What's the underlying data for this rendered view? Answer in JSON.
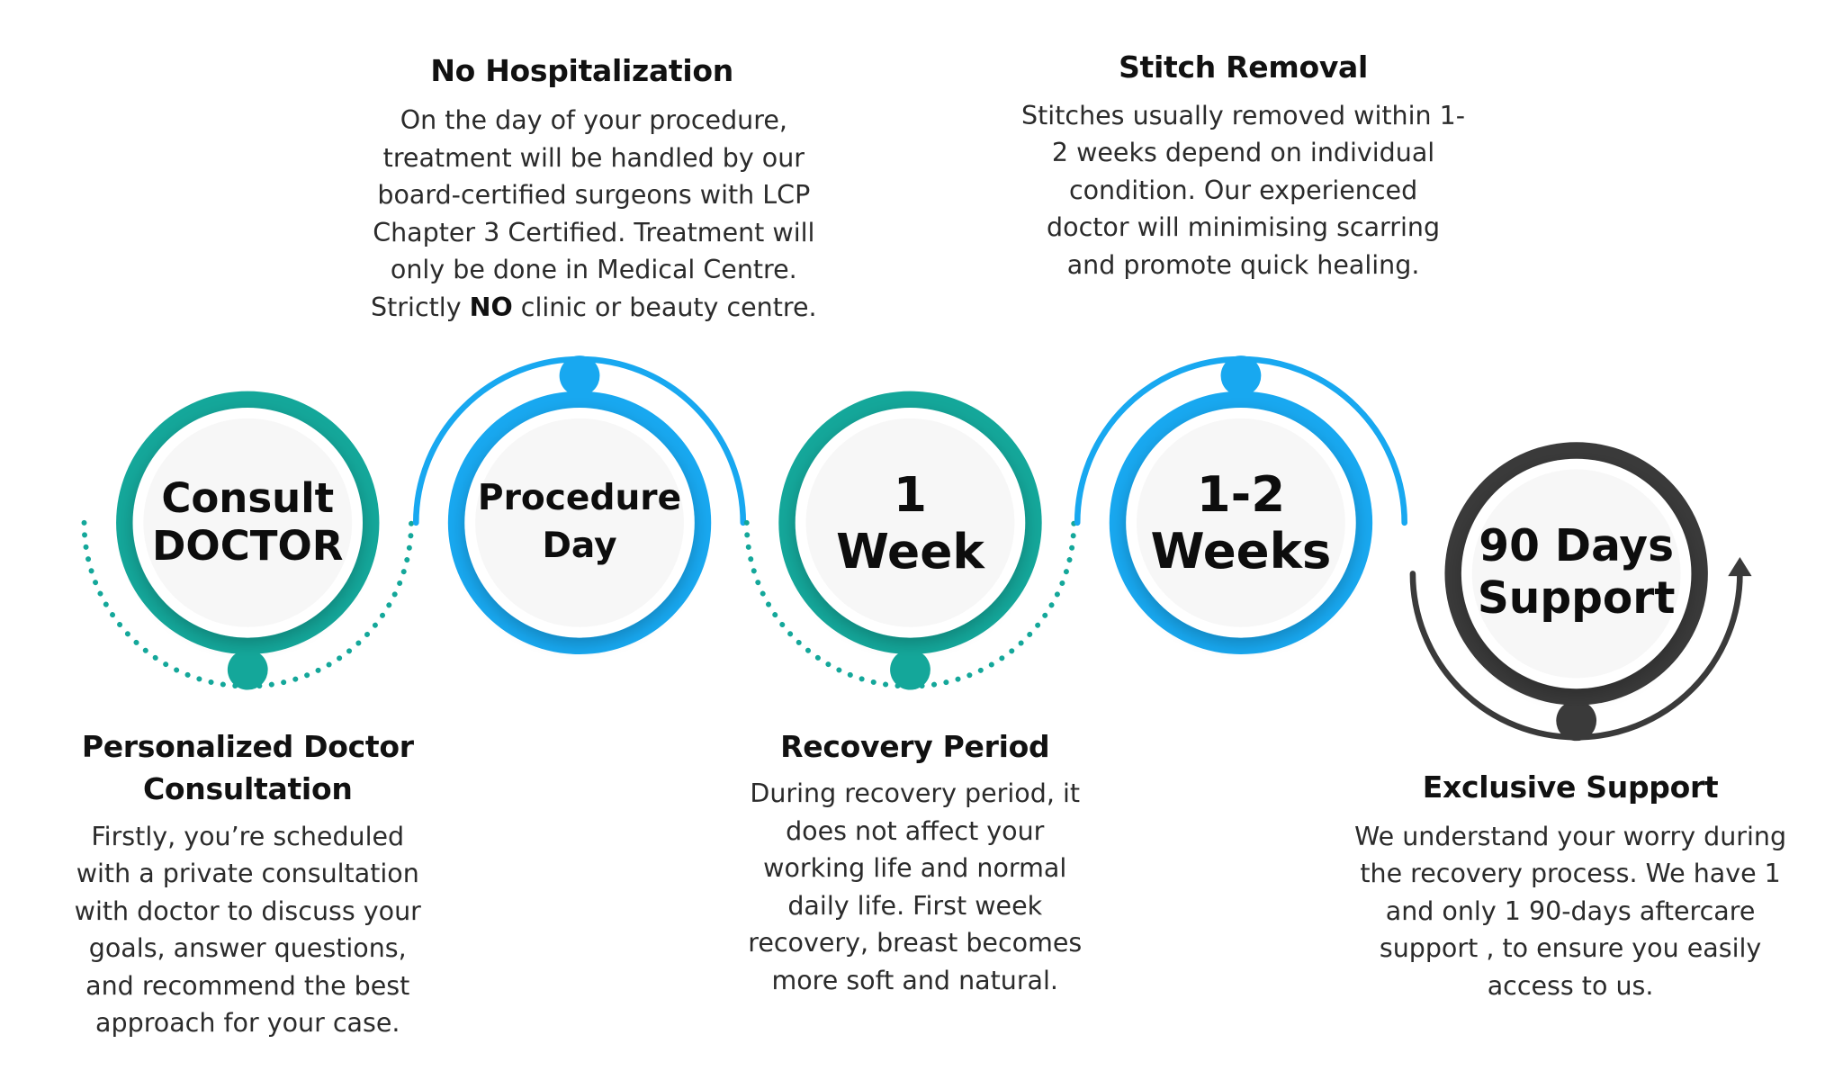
{
  "colors": {
    "teal": "#14a79a",
    "blue": "#18a8f0",
    "dark": "#3a3a3a",
    "inner_fill": "#f7f7f7"
  },
  "steps": [
    {
      "id": "consult",
      "circle_lines": [
        "Consult",
        "DOCTOR"
      ],
      "color": "#14a79a",
      "heading_lines": [
        "Personalized Doctor",
        "Consultation"
      ],
      "description_lines": [
        "Firstly, you’re scheduled",
        "with a private consultation",
        "with doctor to discuss your",
        "goals, answer questions,",
        "and recommend the best",
        "approach for your case."
      ]
    },
    {
      "id": "procedure",
      "circle_lines": [
        "Procedure",
        "Day"
      ],
      "color": "#18a8f0",
      "heading_lines": [
        "No Hospitalization"
      ],
      "description_lines": [
        "On the day of your procedure,",
        "treatment will be handled by our",
        "board-certified surgeons with LCP",
        "Chapter 3 Certified. Treatment will",
        "only be done in Medical Centre."
      ],
      "description_last": {
        "before": "Strictly ",
        "bold": "NO",
        "after": " clinic or beauty centre."
      }
    },
    {
      "id": "week1",
      "circle_lines": [
        "1",
        "Week"
      ],
      "color": "#14a79a",
      "heading_lines": [
        "Recovery Period"
      ],
      "description_lines": [
        "During recovery period, it",
        "does not affect your",
        "working life and normal",
        "daily life. First week",
        "recovery, breast becomes",
        "more soft and natural."
      ]
    },
    {
      "id": "weeks12",
      "circle_lines": [
        "1-2",
        "Weeks"
      ],
      "color": "#18a8f0",
      "heading_lines": [
        "Stitch Removal"
      ],
      "description_lines": [
        "Stitches usually removed within 1-",
        "2 weeks depend on individual",
        "condition. Our experienced",
        "doctor will minimising scarring",
        "and promote quick healing."
      ]
    },
    {
      "id": "support",
      "circle_lines": [
        "90 Days",
        "Support"
      ],
      "color": "#3a3a3a",
      "heading_lines": [
        "Exclusive Support"
      ],
      "description_lines": [
        "We understand your worry during",
        "the recovery process. We have 1",
        "and only 1 90-days aftercare",
        "support , to ensure you easily",
        "access to us."
      ]
    }
  ]
}
